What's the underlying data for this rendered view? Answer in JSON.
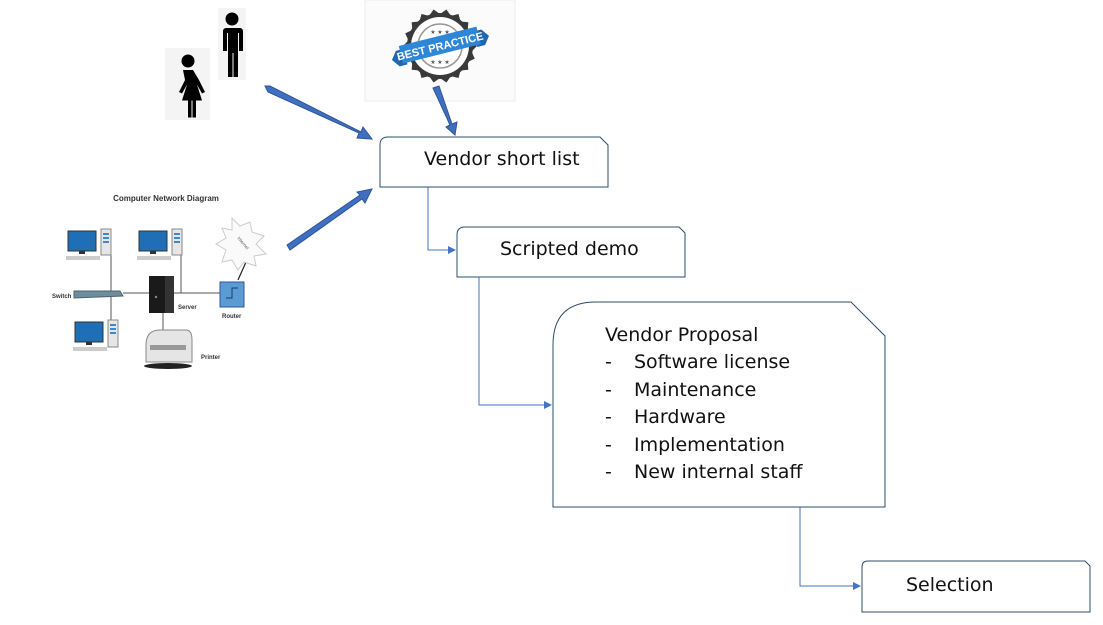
{
  "diagram": {
    "colors": {
      "box_border": "#2f4d6b",
      "connector": "#4472c4",
      "block_arrow": "#3f6fc0",
      "badge_blue": "#2e86d6",
      "text": "#111111"
    },
    "inputs": {
      "people_icon": "people-icon",
      "best_practice_badge": {
        "icon": "best-practice-badge-icon",
        "label": "BEST PRACTICE"
      },
      "network_diagram": {
        "title": "Computer Network Diagram",
        "labels": {
          "switch": "Switch",
          "server": "Server",
          "router": "Router",
          "printer": "Printer",
          "internet": "Internet"
        }
      }
    },
    "steps": [
      {
        "id": "vendor-short-list",
        "title": "Vendor short list"
      },
      {
        "id": "scripted-demo",
        "title": "Scripted demo"
      },
      {
        "id": "vendor-proposal",
        "title": "Vendor Proposal",
        "items": [
          {
            "bullet": "-",
            "text": "Software license"
          },
          {
            "bullet": "-",
            "text": "Maintenance"
          },
          {
            "bullet": "-",
            "text": "Hardware"
          },
          {
            "bullet": "-",
            "text": "Implementation"
          },
          {
            "bullet": "-",
            "text": "New internal staff"
          }
        ]
      },
      {
        "id": "selection",
        "title": "Selection"
      }
    ]
  }
}
